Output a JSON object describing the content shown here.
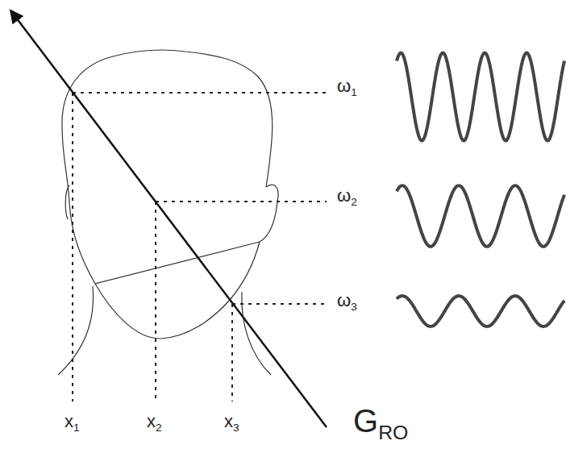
{
  "diagram": {
    "labels": [
      "ω1",
      "ω2",
      "ω3",
      "x1",
      "x2",
      "x3",
      "GRO"
    ]
  }
}
